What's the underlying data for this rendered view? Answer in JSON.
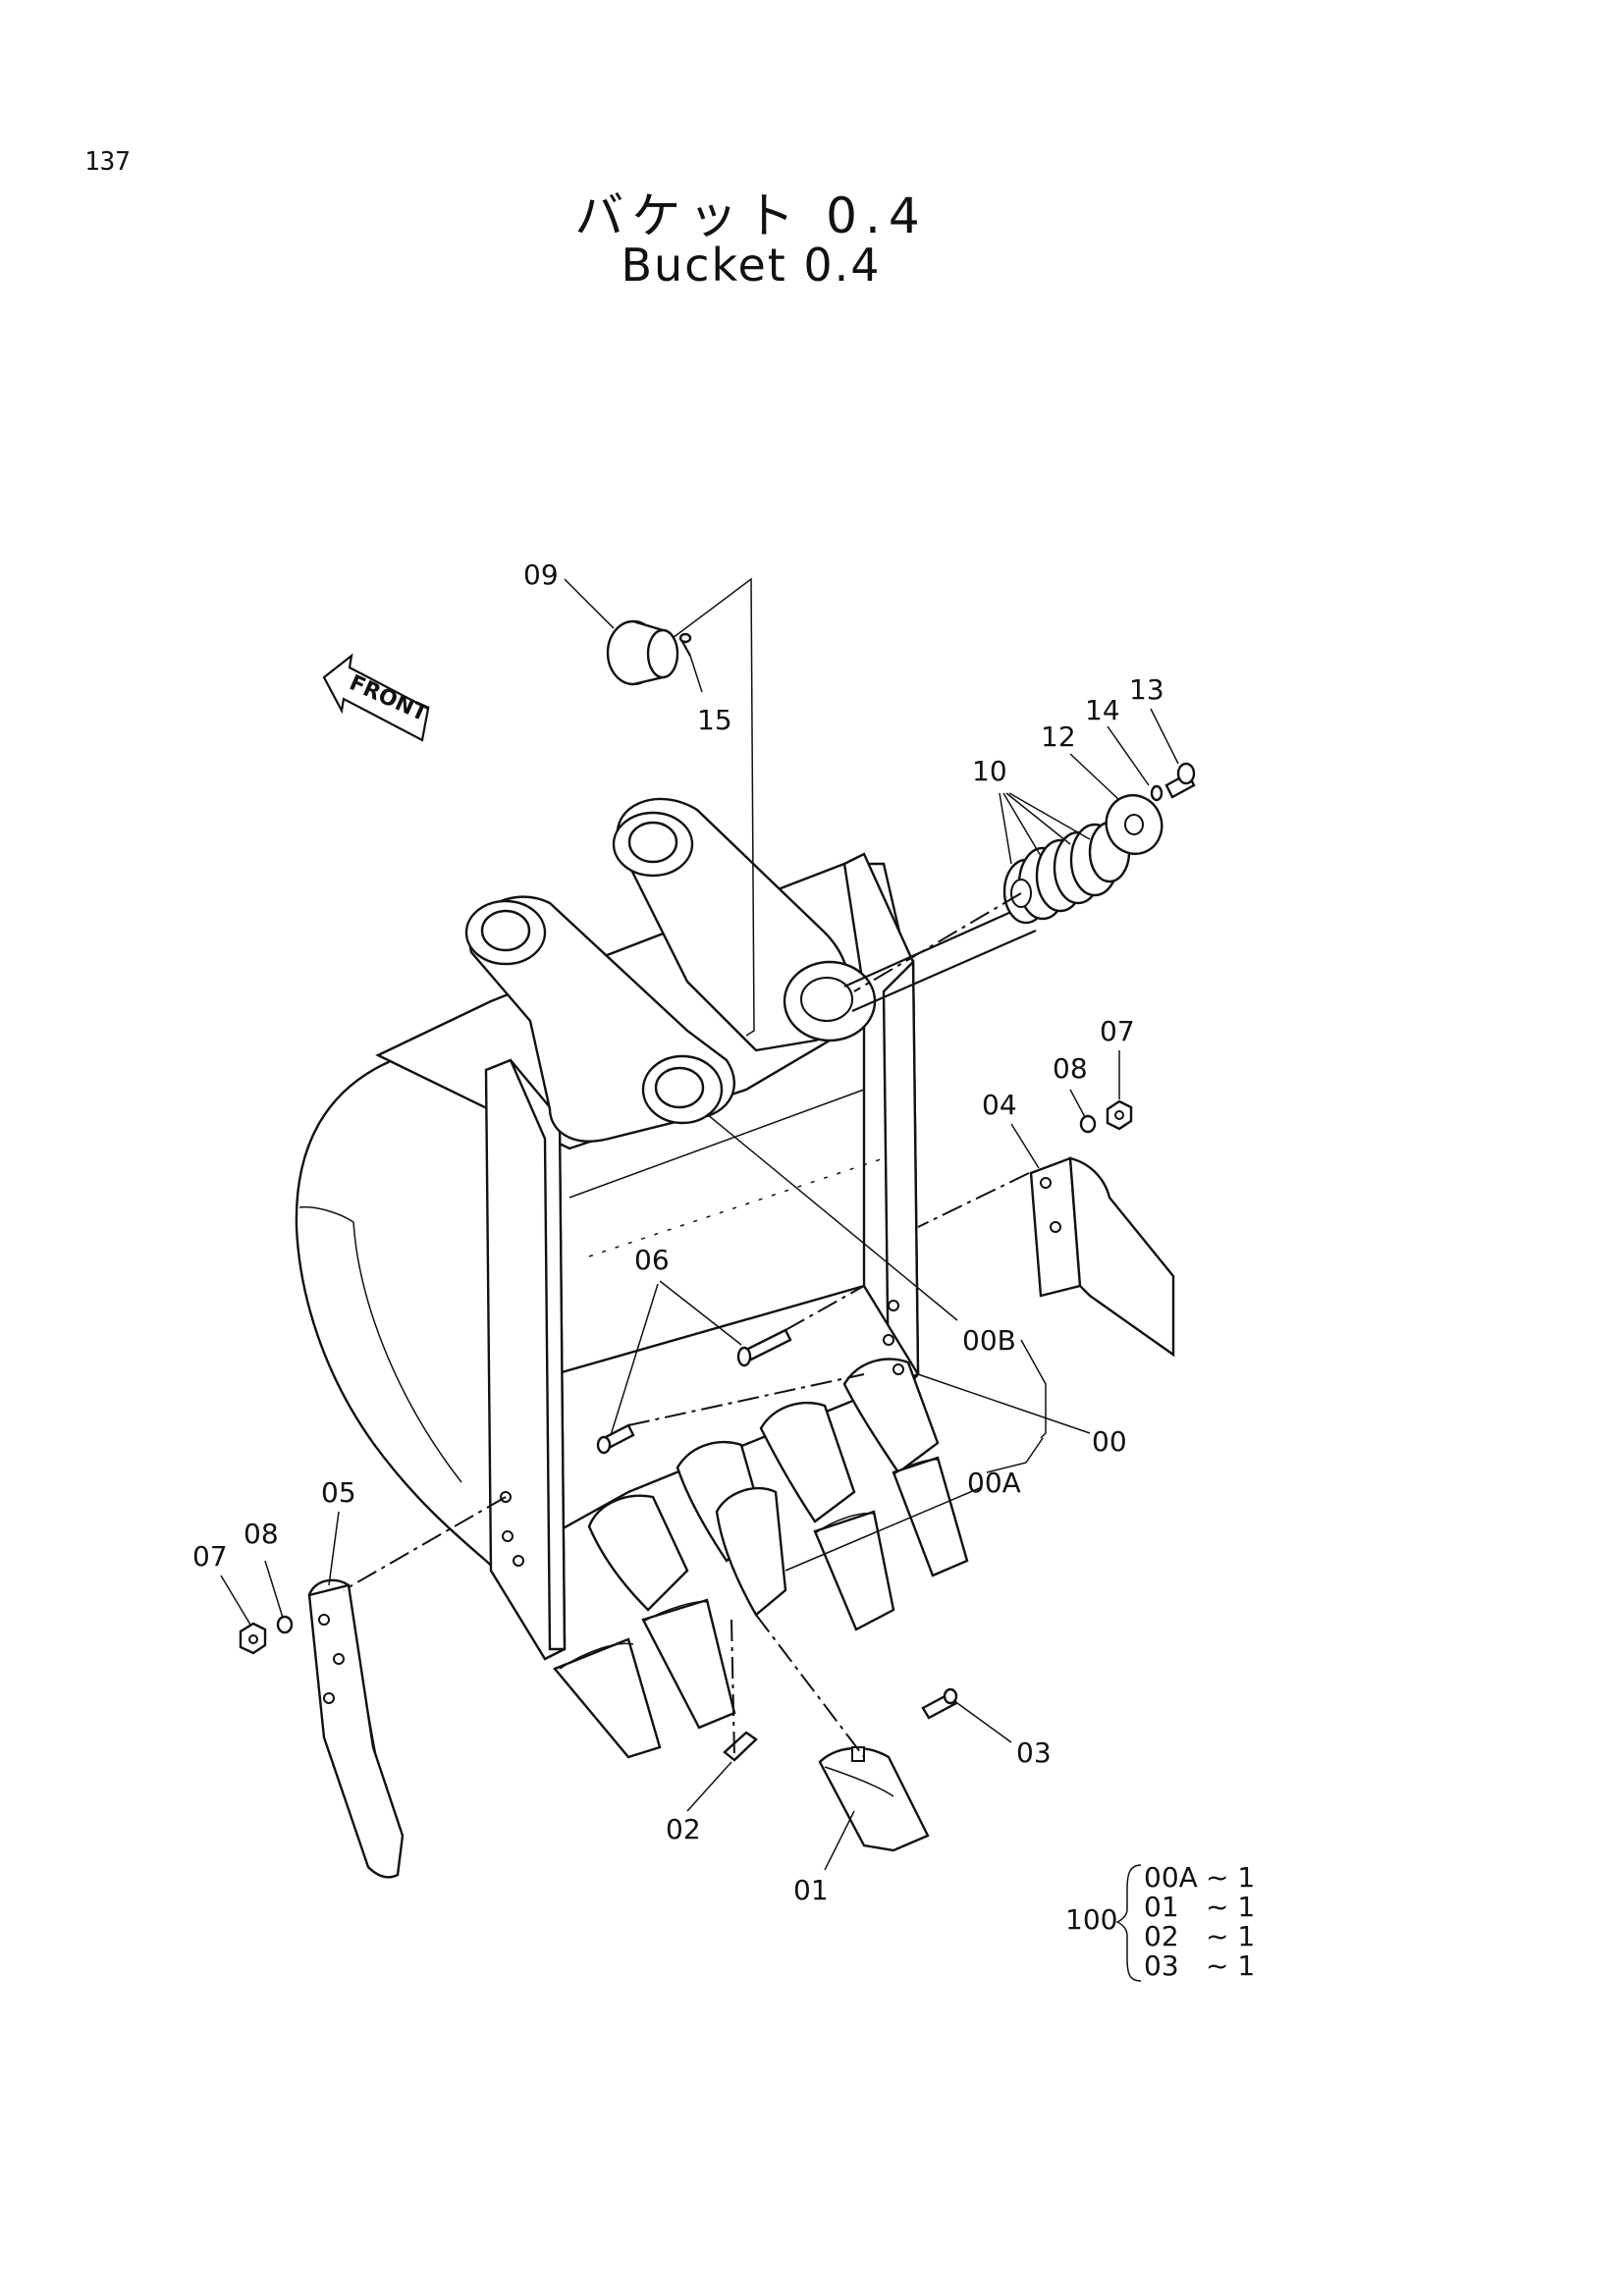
{
  "page": {
    "number": "137",
    "title_jp": "バケット 0.4",
    "title_en": "Bucket 0.4"
  },
  "front_arrow": {
    "label": "FRONT"
  },
  "callouts": {
    "c09": "09",
    "c15": "15",
    "c10": "10",
    "c12": "12",
    "c14": "14",
    "c13": "13",
    "c07r": "07",
    "c08r": "08",
    "c04": "04",
    "c06": "06",
    "c00b": "00B",
    "c00": "00",
    "c00a": "00A",
    "c05": "05",
    "c08l": "08",
    "c07l": "07",
    "c03": "03",
    "c02": "02",
    "c01": "01"
  },
  "kit": {
    "label": "100",
    "items": [
      {
        "part": "00A",
        "qty": "~ 1"
      },
      {
        "part": "01",
        "qty": "~ 1"
      },
      {
        "part": "02",
        "qty": "~ 1"
      },
      {
        "part": "03",
        "qty": "~ 1"
      }
    ]
  }
}
